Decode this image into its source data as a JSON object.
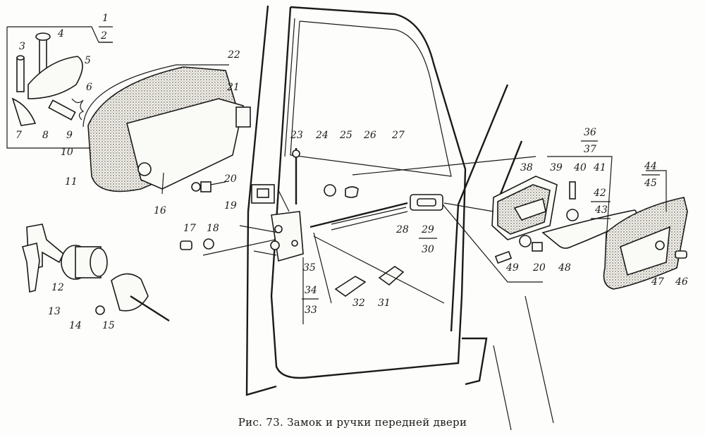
{
  "caption": "Рис. 73. Замок и ручки передней двери",
  "labels": [
    "1",
    "2",
    "3",
    "4",
    "5",
    "6",
    "7",
    "8",
    "9",
    "10",
    "11",
    "12",
    "13",
    "14",
    "15",
    "16",
    "17",
    "18",
    "19",
    "20",
    "21",
    "22",
    "23",
    "24",
    "25",
    "26",
    "27",
    "28",
    "29",
    "30",
    "31",
    "32",
    "33",
    "34",
    "35",
    "36",
    "37",
    "38",
    "39",
    "40",
    "41",
    "42",
    "43",
    "44",
    "45",
    "20",
    "46",
    "47",
    "48",
    "49"
  ]
}
